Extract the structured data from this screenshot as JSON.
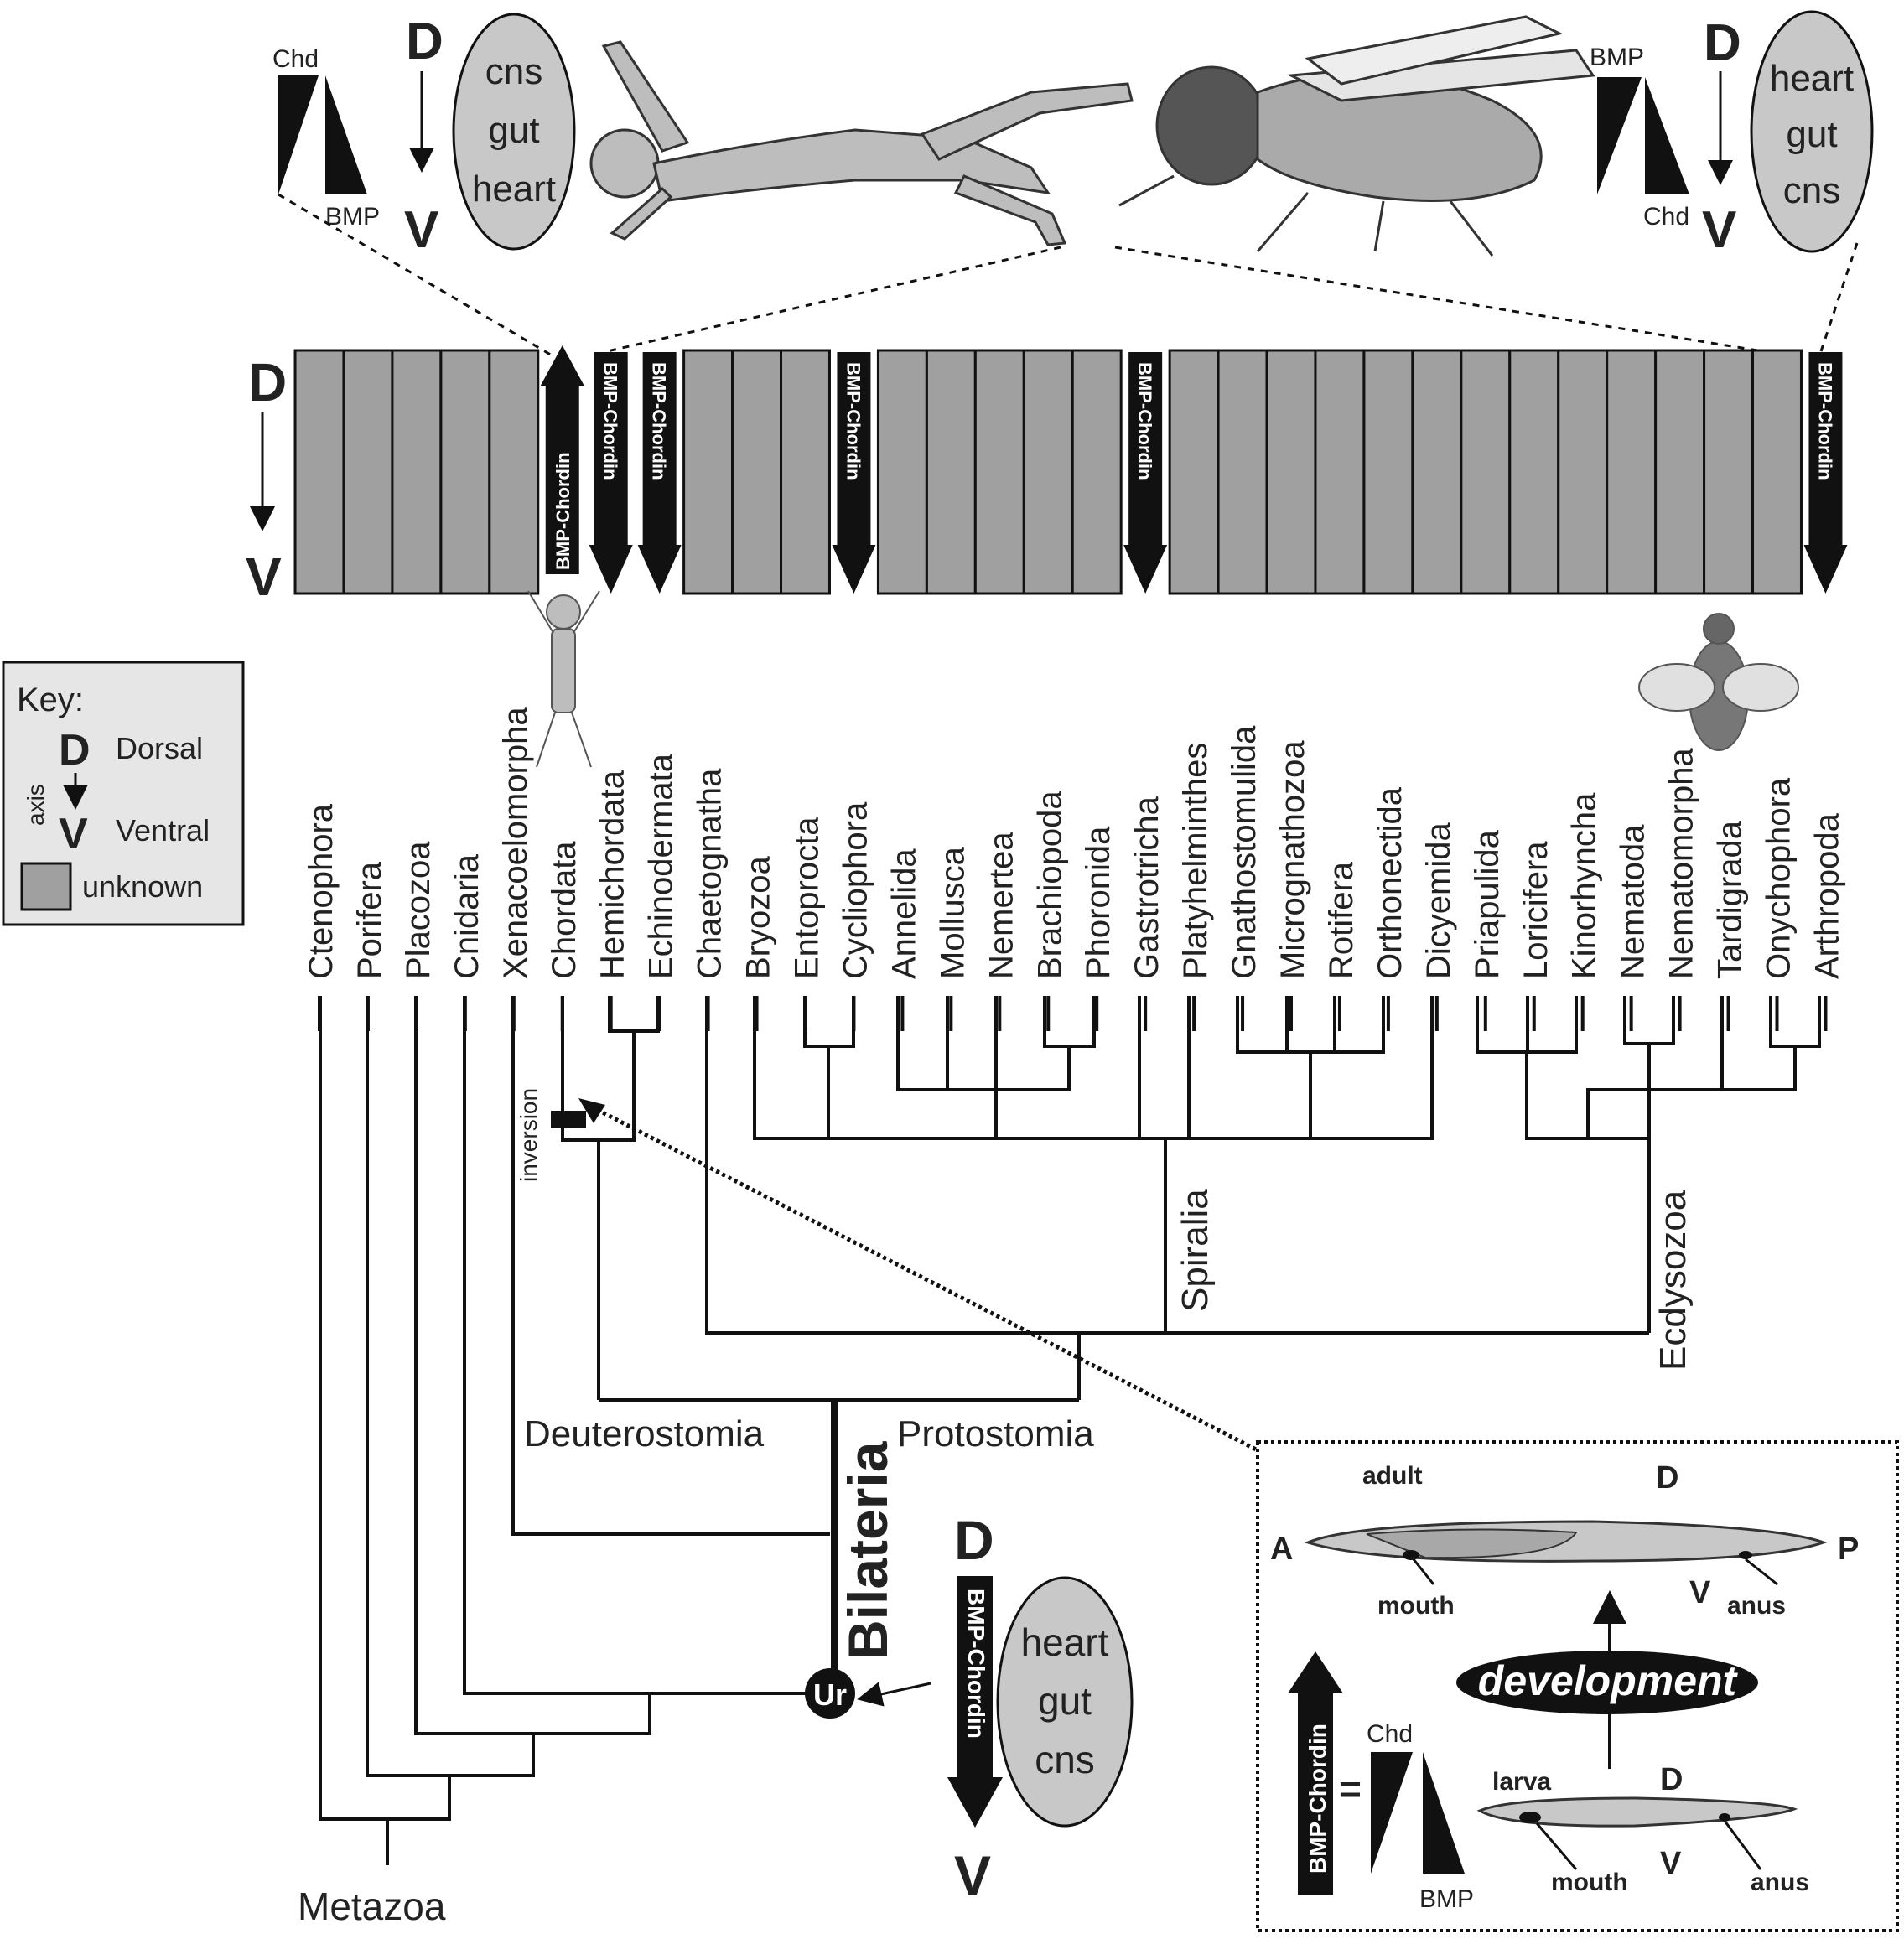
{
  "top": {
    "left_gradient": {
      "chd": "Chd",
      "bmp": "BMP"
    },
    "left_axis": {
      "d": "D",
      "v": "V"
    },
    "left_organs": [
      "cns",
      "gut",
      "heart"
    ],
    "right_gradient": {
      "bmp": "BMP",
      "chd": "Chd"
    },
    "right_axis": {
      "d": "D",
      "v": "V"
    },
    "right_organs": [
      "heart",
      "gut",
      "cns"
    ]
  },
  "axis_band": {
    "d": "D",
    "v": "V",
    "arrow_label": "BMP-Chordin"
  },
  "key": {
    "title": "Key:",
    "axis_word": "axis",
    "d": "D",
    "v": "V",
    "dorsal": "Dorsal",
    "ventral": "Ventral",
    "unknown": "unknown"
  },
  "taxa": [
    "Ctenophora",
    "Porifera",
    "Placozoa",
    "Cnidaria",
    "Xenacoelomorpha",
    "Chordata",
    "Hemichordata",
    "Echinodermata",
    "Chaetognatha",
    "Bryozoa",
    "Entoprocta",
    "Cycliophora",
    "Annelida",
    "Mollusca",
    "Nemertea",
    "Brachiopoda",
    "Phoronida",
    "Gastrotricha",
    "Platyhelminthes",
    "Gnathostomulida",
    "Micrognathozoa",
    "Rotifera",
    "Orthonectida",
    "Dicyemida",
    "Priapulida",
    "Loricifera",
    "Kinorhyncha",
    "Nematoda",
    "Nematomorpha",
    "Tardigrada",
    "Onychophora",
    "Arthropoda"
  ],
  "tree": {
    "inversion": "inversion",
    "spiralia": "Spiralia",
    "ecdysozoa": "Ecdysozoa",
    "deuterostomia": "Deuterostomia",
    "protostomia": "Protostomia",
    "bilateria": "Bilateria",
    "ur": "Ur",
    "metazoa": "Metazoa"
  },
  "ancestor": {
    "d": "D",
    "v": "V",
    "arrow_label": "BMP-Chordin",
    "organs": [
      "heart",
      "gut",
      "cns"
    ]
  },
  "inset": {
    "adult": "adult",
    "a": "A",
    "p": "P",
    "d1": "D",
    "v1": "V",
    "mouth1": "mouth",
    "anus1": "anus",
    "development": "development",
    "arrow_label": "BMP-Chordin",
    "equals": "=",
    "chd": "Chd",
    "bmp": "BMP",
    "larva": "larva",
    "d2": "D",
    "v2": "V",
    "mouth2": "mouth",
    "anus2": "anus"
  }
}
